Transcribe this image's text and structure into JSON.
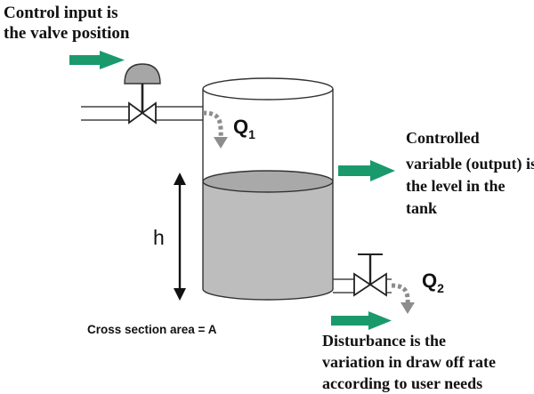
{
  "annotations": {
    "control_line1": "Control input is",
    "control_line2": "the valve position",
    "controlled_line1": "Controlled",
    "controlled_line2": "variable (output) is",
    "controlled_line3": "the level in the",
    "controlled_line4": "tank",
    "disturbance_line1": "Disturbance is the",
    "disturbance_line2": "variation in draw off rate",
    "disturbance_line3": "according to user needs",
    "cross_section": "Cross section area = A"
  },
  "labels": {
    "q1_main": "Q",
    "q1_sub": "1",
    "q2_main": "Q",
    "q2_sub": "2",
    "height": "h"
  },
  "colors": {
    "arrow_green": "#1a9a6c",
    "liquid_gray": "#bdbdbd",
    "liquid_top": "#a9a9a9",
    "actuator_gray": "#a6a6a6",
    "outline": "#333333"
  }
}
